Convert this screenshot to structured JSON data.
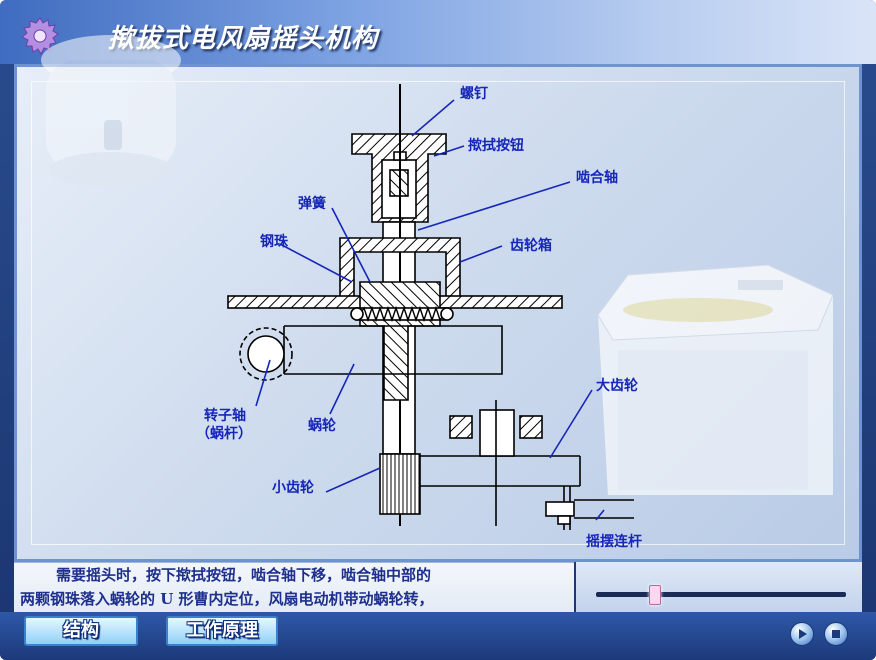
{
  "app": {
    "title": "揿拔式电风扇摇头机构"
  },
  "diagram": {
    "labels": {
      "screw": "螺钉",
      "push_button": "揿拭按钮",
      "engage_shaft": "啮合轴",
      "spring": "弹簧",
      "steel_ball": "钢珠",
      "gearbox": "齿轮箱",
      "rotor_shaft": "转子轴",
      "worm": "（蜗杆）",
      "worm_wheel": "蜗轮",
      "big_gear": "大齿轮",
      "small_gear": "小齿轮",
      "swing_link": "摇摆连杆"
    }
  },
  "caption": {
    "line1": "需要摇头时，按下揿拭按钮，啮合轴下移，啮合轴中部的",
    "line2": "两颗钢珠落入蜗轮的 U 形曹内定位，风扇电动机带动蜗轮转，"
  },
  "player": {
    "progress": 0.23
  },
  "nav": {
    "structure_label": "结构",
    "principle_label": "工作原理"
  },
  "icons": {
    "settings": "gear-icon",
    "play": "play-icon",
    "stop": "stop-icon"
  },
  "colors": {
    "accent": "#1626b8",
    "frame": "#2a4d8f"
  }
}
